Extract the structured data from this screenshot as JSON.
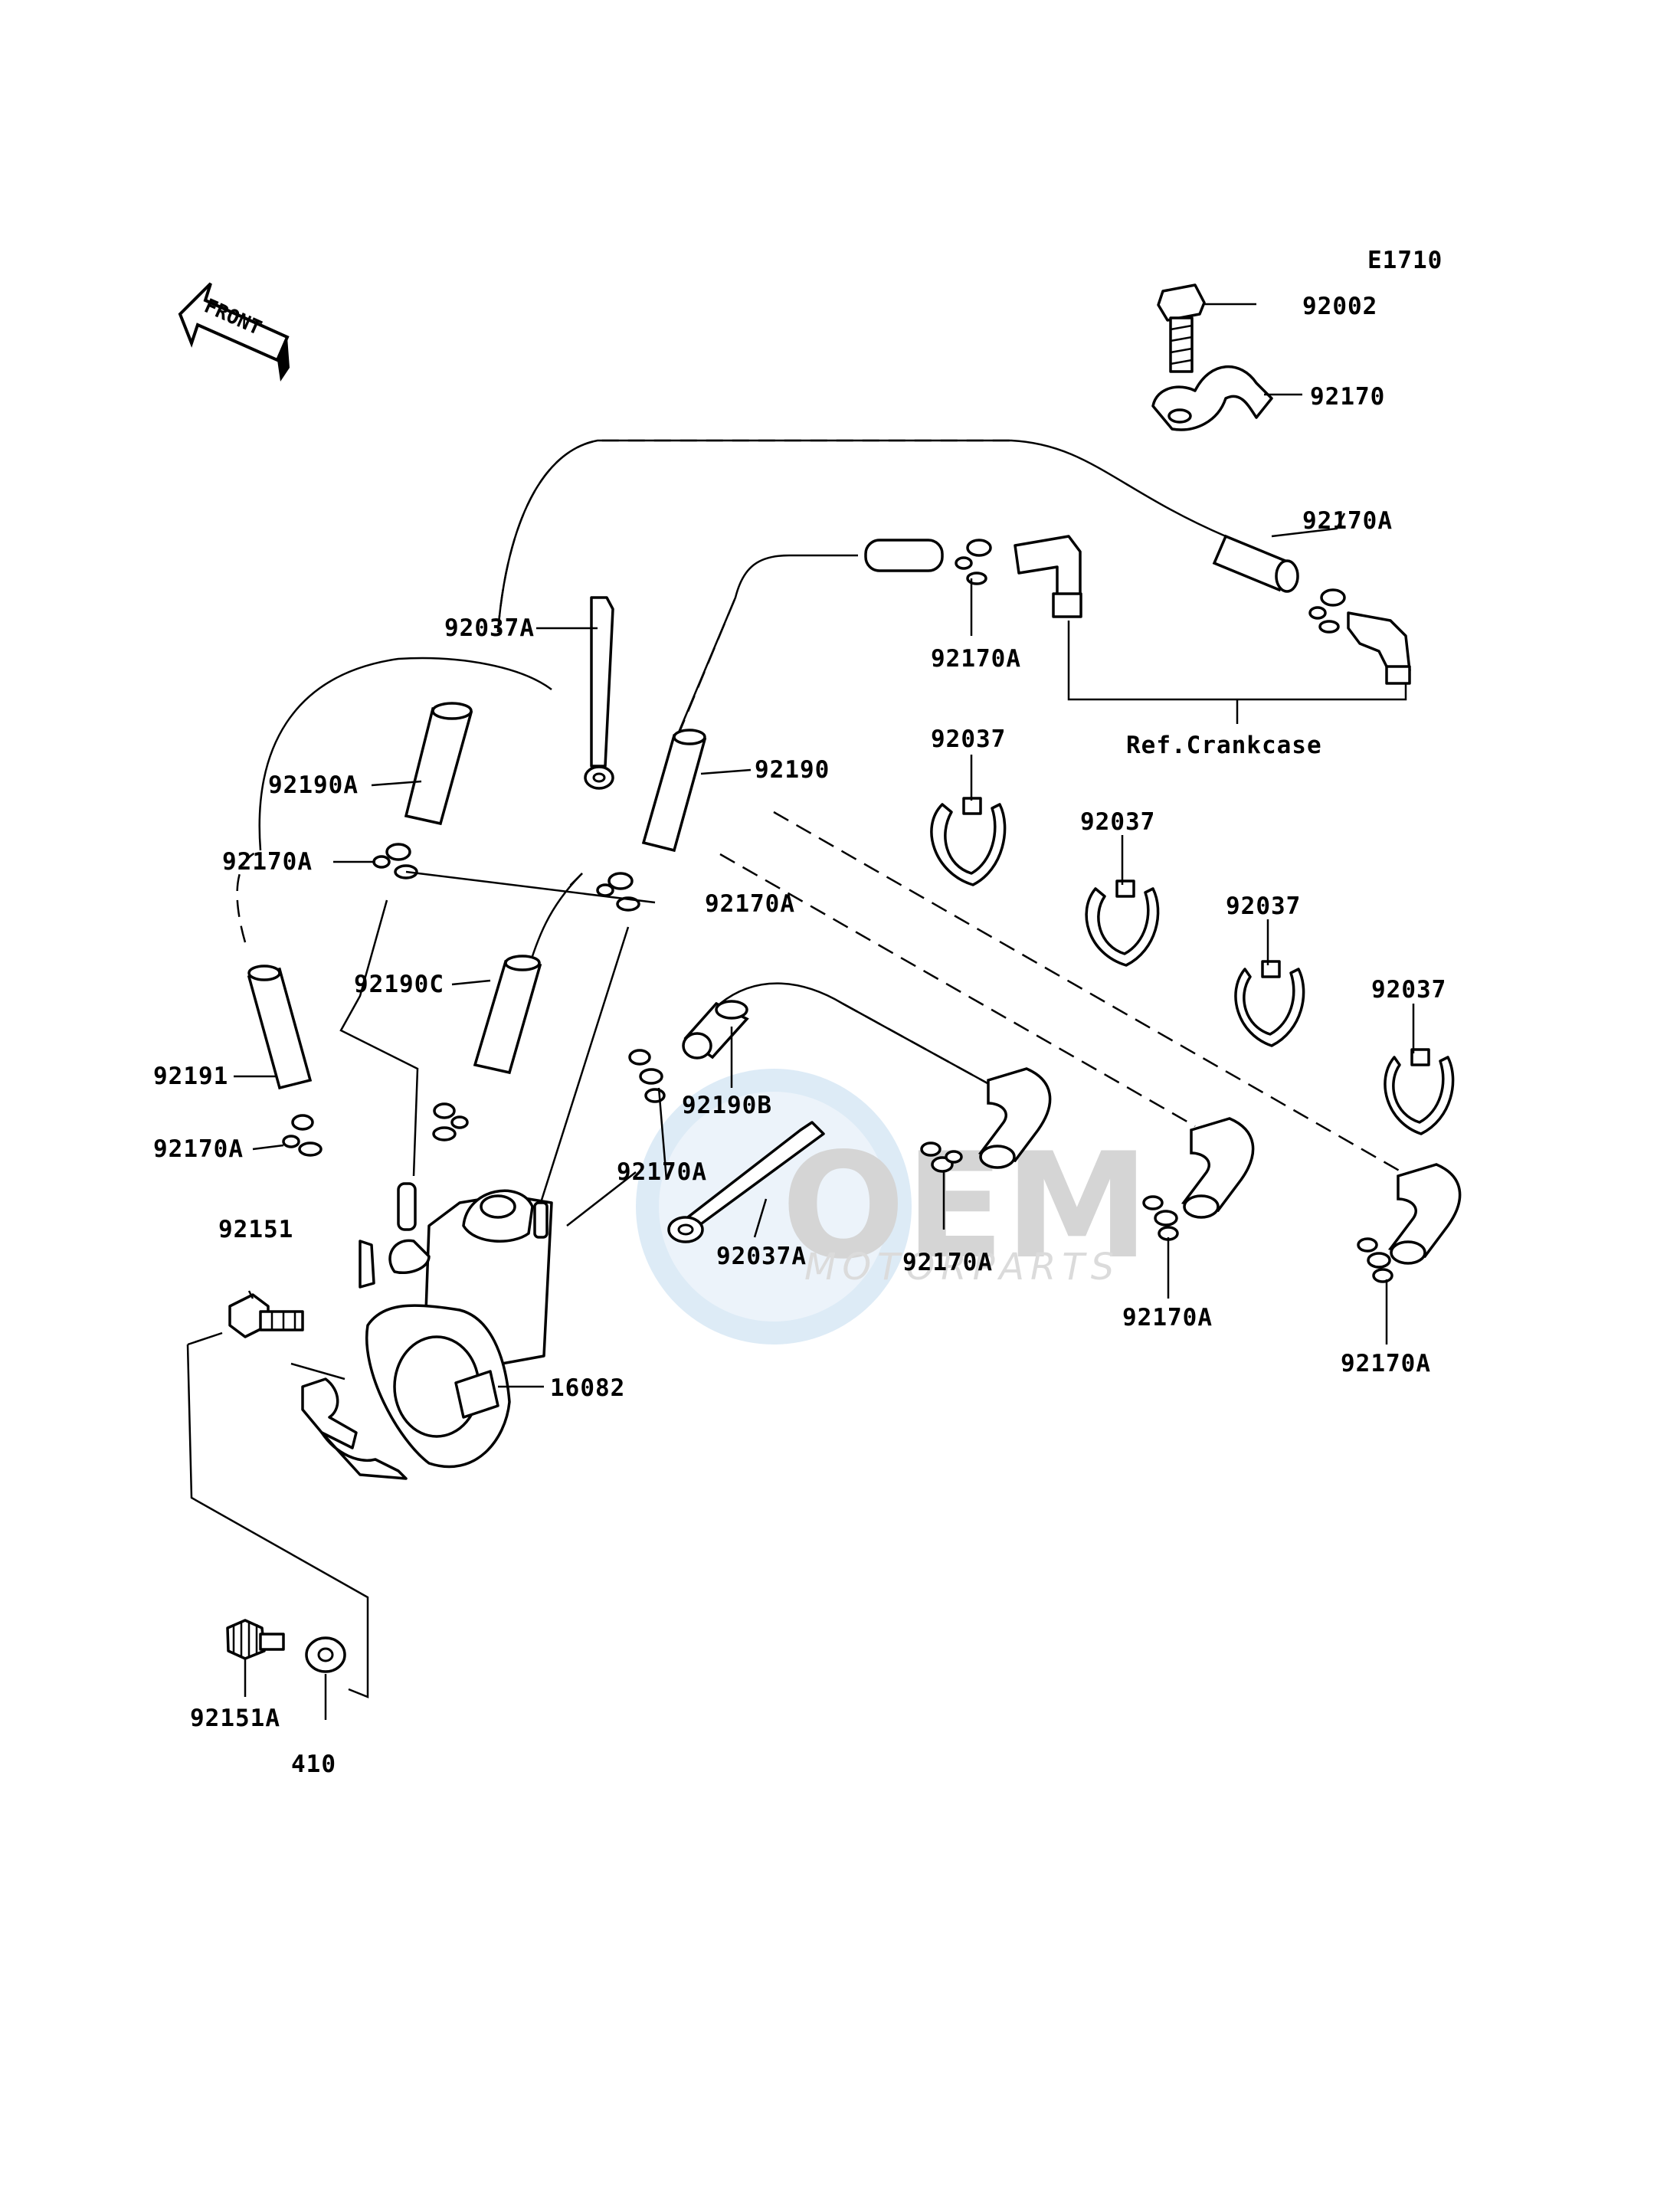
{
  "diagram_code": "E1710",
  "front_label": "FRONT",
  "ref_note": "Ref.Crankcase",
  "watermark": {
    "logo": "OEM",
    "sub": "MOTORPARTS"
  },
  "labels": {
    "p92002": "92002",
    "p92170": "92170",
    "p92170A_a": "92170A",
    "p92170A_b": "92170A",
    "p92037A_a": "92037A",
    "p92037_a": "92037",
    "p92037_b": "92037",
    "p92037_c": "92037",
    "p92037_d": "92037",
    "p92190A": "92190A",
    "p92190": "92190",
    "p92170A_c": "92170A",
    "p92170A_d": "92170A",
    "p92190C": "92190C",
    "p92191": "92191",
    "p92190B": "92190B",
    "p92170A_e": "92170A",
    "p92170A_f": "92170A",
    "p92037A_b": "92037A",
    "p92170A_g": "92170A",
    "p92151": "92151",
    "p92170A_h": "92170A",
    "p92170A_i": "92170A",
    "p16082": "16082",
    "p92151A": "92151A",
    "p410": "410"
  }
}
